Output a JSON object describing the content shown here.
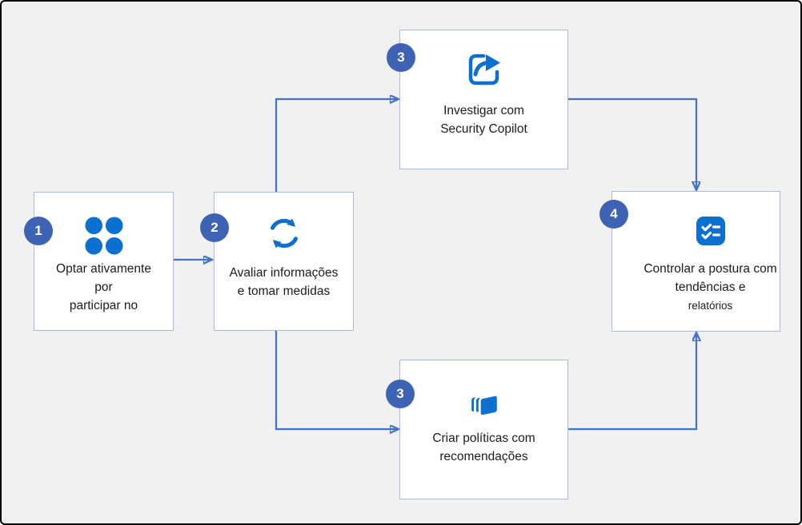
{
  "colors": {
    "background": "#f1f1f2",
    "box-fill": "#ffffff",
    "box-border": "#a7badf",
    "connector": "#4472c4",
    "badge": "#3e63b5",
    "icon-blue": "#0c70d0",
    "text": "#1c1c1c"
  },
  "steps": [
    {
      "number": "1",
      "icon": "dots-grid-icon",
      "lines": [
        "Optar ativamente",
        "por",
        "participar no"
      ]
    },
    {
      "number": "2",
      "icon": "sync-arrows-icon",
      "lines": [
        "Avaliar informações",
        "e tomar medidas"
      ]
    },
    {
      "number": "3",
      "icon": "share-arrow-icon",
      "lines": [
        "Investigar com",
        "Security Copilot"
      ]
    },
    {
      "number": "3",
      "icon": "stacked-layers-icon",
      "lines": [
        "Criar políticas com",
        "recomendações"
      ]
    },
    {
      "number": "4",
      "icon": "checklist-icon",
      "lines": [
        "Controlar a postura com",
        "tendências e",
        "relatórios"
      ]
    }
  ]
}
